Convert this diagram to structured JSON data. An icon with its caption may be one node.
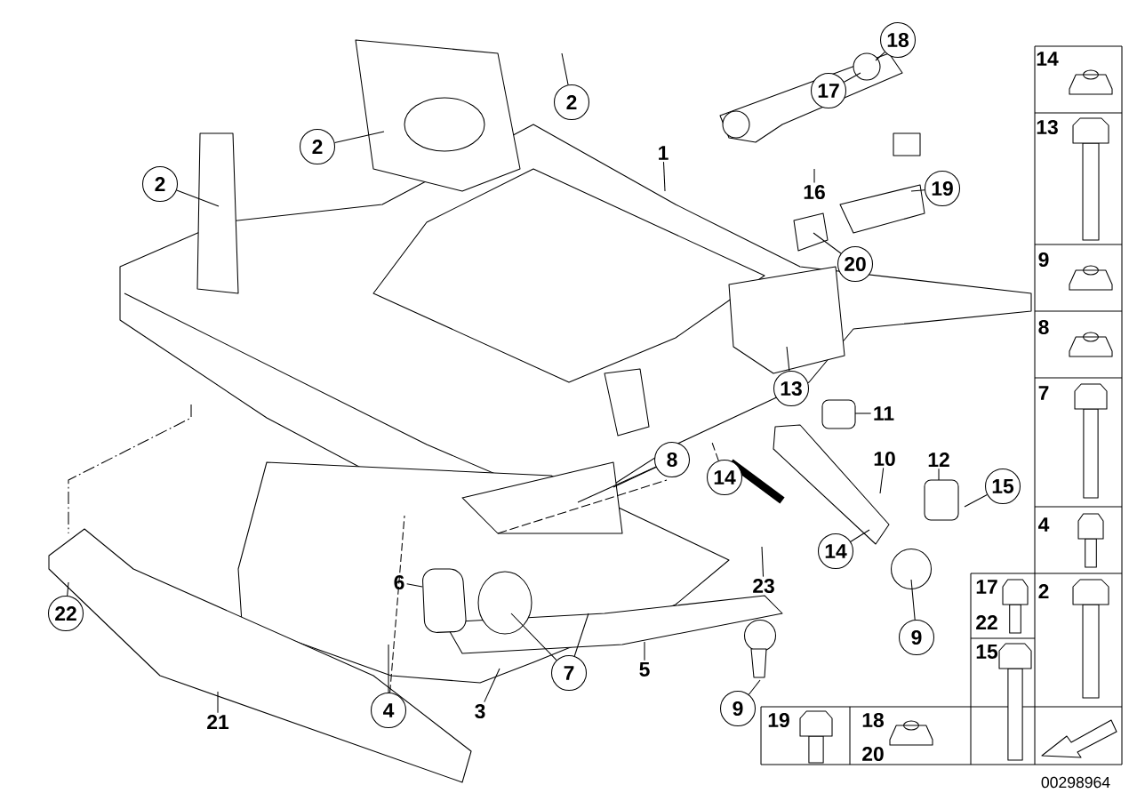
{
  "diagram": {
    "nodes": [
      {
        "text": [
          "1"
        ]
      },
      {
        "text": [
          "2"
        ]
      },
      {
        "text": [
          "2"
        ]
      },
      {
        "text": [
          "2"
        ]
      },
      {
        "text": [
          "18"
        ]
      },
      {
        "text": [
          "17"
        ]
      },
      {
        "text": [
          "16"
        ]
      },
      {
        "text": [
          "19"
        ]
      },
      {
        "text": [
          "20"
        ]
      },
      {
        "text": [
          "13"
        ]
      },
      {
        "text": [
          "11"
        ]
      },
      {
        "text": [
          "8"
        ]
      },
      {
        "text": [
          "14"
        ]
      },
      {
        "text": [
          "10"
        ]
      },
      {
        "text": [
          "12"
        ]
      },
      {
        "text": [
          "15"
        ]
      },
      {
        "text": [
          "14"
        ]
      },
      {
        "text": [
          "6"
        ]
      },
      {
        "text": [
          "23"
        ]
      },
      {
        "text": [
          "7"
        ]
      },
      {
        "text": [
          "5"
        ]
      },
      {
        "text": [
          "9"
        ]
      },
      {
        "text": [
          "9"
        ]
      },
      {
        "text": [
          "3"
        ]
      },
      {
        "text": [
          "4"
        ]
      },
      {
        "text": [
          "22"
        ]
      },
      {
        "text": [
          "21"
        ]
      }
    ],
    "edges": [
      {
        "from": 0,
        "to": null,
        "arrow": "none"
      },
      {
        "from": 1,
        "to": null,
        "arrow": "none"
      },
      {
        "from": 2,
        "to": null,
        "arrow": "none"
      },
      {
        "from": 3,
        "to": null,
        "arrow": "none"
      },
      {
        "from": 4,
        "to": null,
        "arrow": "none"
      },
      {
        "from": 5,
        "to": null,
        "arrow": "none"
      },
      {
        "from": 6,
        "to": null,
        "arrow": "none"
      },
      {
        "from": 7,
        "to": null,
        "arrow": "none"
      },
      {
        "from": 8,
        "to": null,
        "arrow": "none"
      },
      {
        "from": 9,
        "to": null,
        "arrow": "none"
      },
      {
        "from": 10,
        "to": null,
        "arrow": "none"
      },
      {
        "from": 11,
        "to": null,
        "arrow": "none"
      },
      {
        "from": 11,
        "to": null,
        "arrow": "none"
      },
      {
        "from": 12,
        "to": null,
        "arrow": "none",
        "style": "dashed"
      },
      {
        "from": 13,
        "to": null,
        "arrow": "none"
      },
      {
        "from": 14,
        "to": null,
        "arrow": "none"
      },
      {
        "from": 15,
        "to": null,
        "arrow": "none"
      },
      {
        "from": 16,
        "to": null,
        "arrow": "none"
      },
      {
        "from": 17,
        "to": null,
        "arrow": "none"
      },
      {
        "from": 18,
        "to": null,
        "arrow": "none"
      },
      {
        "from": 19,
        "to": null,
        "arrow": "none"
      },
      {
        "from": 19,
        "to": null,
        "arrow": "none"
      },
      {
        "from": 20,
        "to": null,
        "arrow": "none"
      },
      {
        "from": 21,
        "to": null,
        "arrow": "none"
      },
      {
        "from": 22,
        "to": null,
        "arrow": "none"
      },
      {
        "from": 23,
        "to": null,
        "arrow": "none"
      },
      {
        "from": 24,
        "to": null,
        "arrow": "none"
      },
      {
        "from": 24,
        "to": null,
        "arrow": "none",
        "style": "dashed"
      },
      {
        "from": 25,
        "to": null,
        "arrow": "none"
      },
      {
        "from": 26,
        "to": null,
        "arrow": "none"
      }
    ],
    "labels": [
      "14",
      "13",
      "9",
      "8",
      "7",
      "4",
      "17",
      "2",
      "22",
      "15",
      "19",
      "18",
      "20",
      "00298964"
    ]
  }
}
